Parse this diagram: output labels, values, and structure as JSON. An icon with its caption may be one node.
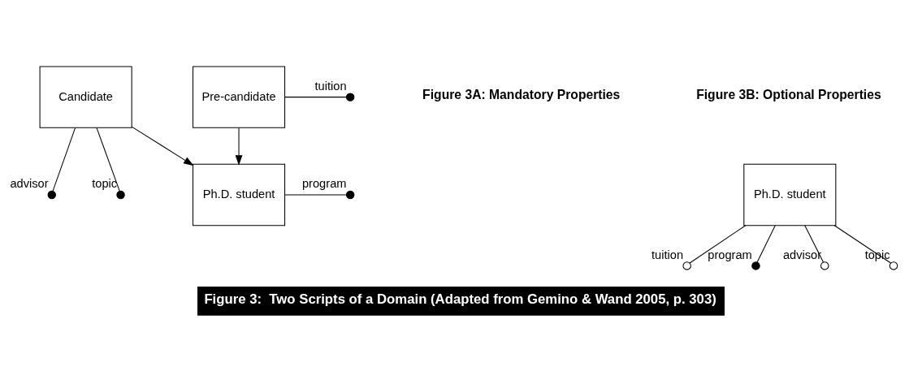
{
  "diagram": {
    "caption": "Figure 3:  Two Scripts of a Domain (Adapted from Gemino & Wand 2005, p. 303)",
    "nodes": [
      {
        "text": [
          "Ph.D. student"
        ]
      },
      {
        "text": [],
        "shape": "dot",
        "beside": [
          "program"
        ]
      },
      {
        "text": [
          "Pre-candidate"
        ]
      },
      {
        "text": [],
        "shape": "dot",
        "beside": [
          "tuition"
        ]
      },
      {
        "text": [
          "Candidate"
        ]
      },
      {
        "text": [],
        "shape": "dot",
        "beside": [
          "advisor"
        ]
      },
      {
        "text": [],
        "shape": "dot",
        "beside": [
          "topic"
        ]
      },
      {
        "text": [
          "Ph.D. student"
        ]
      },
      {
        "text": [],
        "shape": "circle",
        "beside": [
          "tuition"
        ]
      },
      {
        "text": [],
        "shape": "dot",
        "beside": [
          "program"
        ]
      },
      {
        "text": [],
        "shape": "circle",
        "beside": [
          "advisor"
        ]
      },
      {
        "text": [],
        "shape": "circle",
        "beside": [
          "topic"
        ]
      }
    ],
    "edges": [
      {
        "from": 0,
        "to": 1,
        "arrow": "none"
      },
      {
        "from": 2,
        "to": 0,
        "arrow": "to"
      },
      {
        "from": 4,
        "to": 0,
        "arrow": "to"
      },
      {
        "from": 2,
        "to": 3,
        "arrow": "none"
      },
      {
        "from": 4,
        "to": 5,
        "arrow": "none"
      },
      {
        "from": 4,
        "to": 6,
        "arrow": "none"
      },
      {
        "from": 7,
        "to": 8,
        "arrow": "none"
      },
      {
        "from": 7,
        "to": 9,
        "arrow": "none"
      },
      {
        "from": 7,
        "to": 10,
        "arrow": "none"
      },
      {
        "from": 7,
        "to": 11,
        "arrow": "none"
      }
    ],
    "labels": [
      "Figure 3A: Mandatory Properties",
      "Figure 3B: Optional Properties"
    ]
  }
}
